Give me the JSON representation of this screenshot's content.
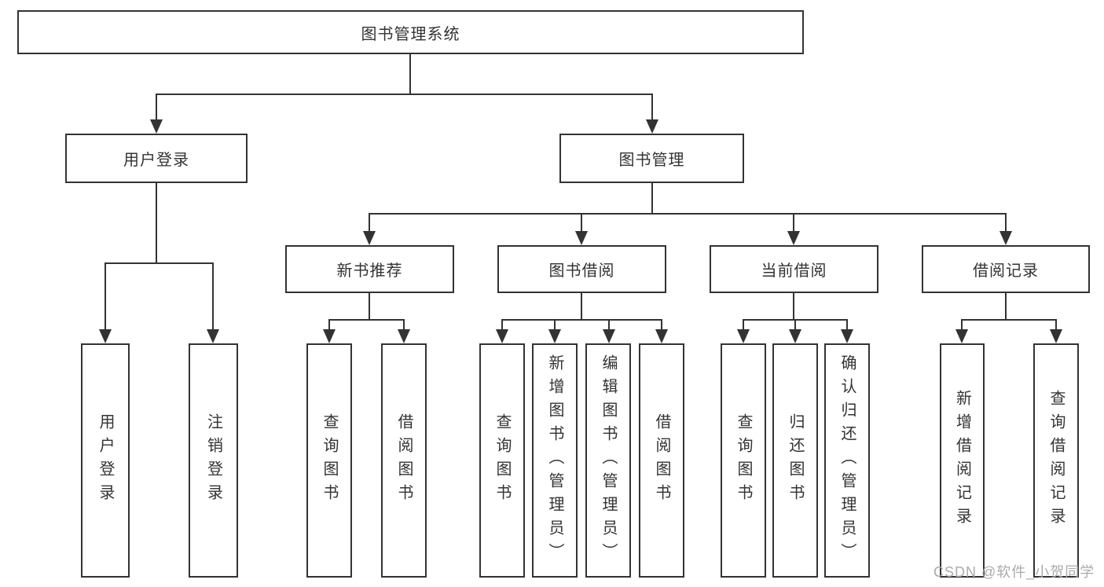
{
  "tree": {
    "root": {
      "label": "图书管理系统"
    },
    "branches": [
      {
        "label": "用户登录",
        "children": [
          {
            "label": "用户登录"
          },
          {
            "label": "注销登录"
          }
        ]
      },
      {
        "label": "图书管理",
        "children": [
          {
            "label": "新书推荐",
            "children": [
              {
                "label": "查询图书"
              },
              {
                "label": "借阅图书"
              }
            ]
          },
          {
            "label": "图书借阅",
            "children": [
              {
                "label": "查询图书"
              },
              {
                "label": "新增图书（管理员）"
              },
              {
                "label": "编辑图书（管理员）"
              },
              {
                "label": "借阅图书"
              }
            ]
          },
          {
            "label": "当前借阅",
            "children": [
              {
                "label": "查询图书"
              },
              {
                "label": "归还图书"
              },
              {
                "label": "确认归还（管理员）"
              }
            ]
          },
          {
            "label": "借阅记录",
            "children": [
              {
                "label": "新增借阅记录"
              },
              {
                "label": "查询借阅记录"
              }
            ]
          }
        ]
      }
    ]
  },
  "watermark": {
    "text": "CSDN @软件_小贺同学"
  },
  "colors": {
    "line": "#333333",
    "text": "#333333",
    "background": "#ffffff",
    "watermark": "#ababab"
  }
}
